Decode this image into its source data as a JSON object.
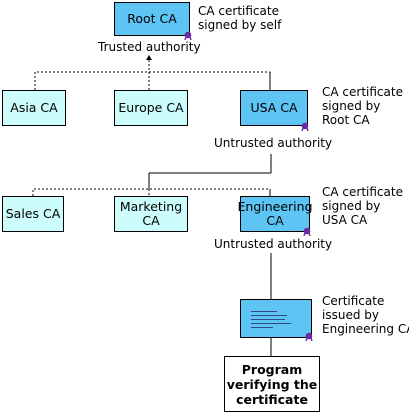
{
  "root_box": "Root CA",
  "root_note": [
    "CA certificate",
    "signed by self"
  ],
  "trusted_caption": "Trusted authority",
  "level2": {
    "asia": "Asia CA",
    "europe": "Europe CA",
    "usa": "USA CA",
    "usa_note": [
      "CA certificate",
      "signed by",
      "Root CA"
    ],
    "untrusted_caption": "Untrusted authority"
  },
  "level3": {
    "sales": "Sales CA",
    "marketing": [
      "Marketing",
      "CA"
    ],
    "engineering": [
      "Engineering",
      "CA"
    ],
    "engineering_note": [
      "CA certificate",
      "signed by",
      "USA CA"
    ],
    "untrusted_caption": "Untrusted authority"
  },
  "certificate_note": [
    "Certificate",
    "issued by",
    "Engineering CA"
  ],
  "program_box": [
    "Program",
    "verifying the",
    "certificate"
  ],
  "colors": {
    "ca_dark": "#5ec4f4",
    "ca_light": "#ccfcfc",
    "seal": "#6a2ca0",
    "ink": "#000000"
  }
}
